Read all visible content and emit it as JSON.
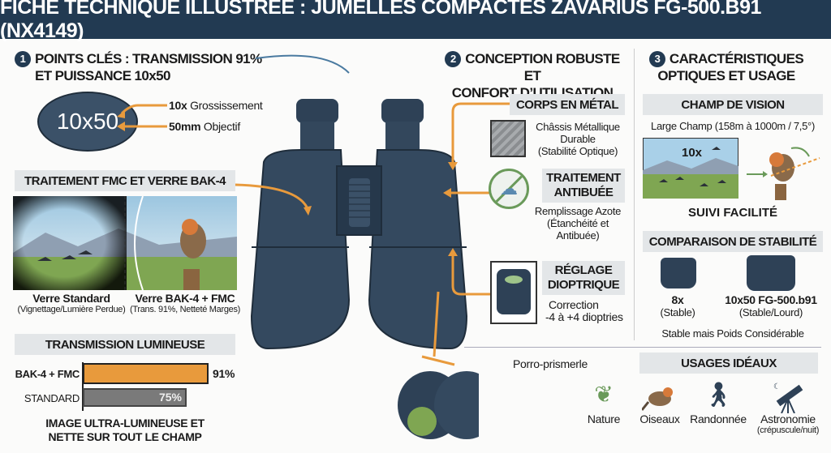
{
  "title": "FICHE TECHNIQUE ILLUSTRÉE : JUMELLES COMPACTES ZAVARIUS FG-500.B91 (NX4149)",
  "s1": {
    "num": "1",
    "line1": "POINTS CLÉS : TRANSMISSION 91%",
    "line2": "ET PUISSANCE 10x50",
    "badge": "10x50",
    "mag_bold": "10x",
    "mag_text": "Grossissement",
    "obj_bold": "50mm",
    "obj_text": "Objectif",
    "fmc_title": "TRAITEMENT FMC ET VERRE BAK-4",
    "std_label": "Verre Standard",
    "std_sub": "(Vignettage/Lumière Perdue)",
    "bak_label": "Verre BAK-4 + FMC",
    "bak_sub": "(Trans. 91%, Netteté Marges)",
    "trans_title": "TRANSMISSION LUMINEUSE",
    "conclusion1": "IMAGE ULTRA-LUMINEUSE ET",
    "conclusion2": "NETTE SUR TOUT LE CHAMP"
  },
  "chart_data": {
    "type": "bar",
    "title": "TRANSMISSION LUMINEUSE",
    "categories": [
      "BAK-4 + FMC",
      "STANDARD"
    ],
    "values": [
      91,
      75
    ],
    "labels": [
      "91%",
      "75%"
    ],
    "colors": [
      "#e89a3c",
      "#7a7a7a"
    ],
    "xlim": [
      0,
      100
    ]
  },
  "s2": {
    "num": "2",
    "line1": "CONCEPTION ROBUSTE ET",
    "line2": "CONFORT D’UTILISATION",
    "metal_title": "CORPS EN MÉTAL",
    "metal_1": "Châssis Métallique",
    "metal_2": "Durable",
    "metal_3": "(Stabilité Optique)",
    "fog_title1": "TRAITEMENT",
    "fog_title2": "ANTIBUÉE",
    "fog_1": "Remplissage Azote",
    "fog_2": "(Étanchéité et",
    "fog_3": "Antibuée)",
    "diop_title1": "RÉGLAGE",
    "diop_title2": "DIOPTRIQUE",
    "diop_1": "Correction",
    "diop_2": "-4 à +4 dioptries",
    "porro": "Porro-prismerle"
  },
  "s3": {
    "num": "3",
    "line1": "CARACTÉRISTIQUES",
    "line2": "OPTIQUES ET USAGE",
    "fov_title": "CHAMP DE VISION",
    "fov_text": "Large Champ (158m à 1000m / 7,5°)",
    "fov_mag": "10x",
    "tracking": "SUIVI FACILITÉ",
    "stab_title": "COMPARAISON DE STABILITÉ",
    "a_name": "8x",
    "a_sub": "(Stable)",
    "b_name": "10x50 FG-500.b91",
    "b_sub": "(Stable/Lourd)",
    "stab_note": "Stable mais Poids Considérable",
    "uses_title": "USAGES IDÉAUX",
    "uses": [
      {
        "label": "Nature",
        "icon": "leaf-icon"
      },
      {
        "label": "Oiseaux",
        "icon": "bird-icon"
      },
      {
        "label": "Randonnée",
        "icon": "hiker-icon"
      },
      {
        "label": "Astronomie",
        "sub": "(crépuscule/nuit)",
        "icon": "telescope-icon"
      }
    ]
  },
  "colors": {
    "navy": "#223a52",
    "orange": "#e89a3c",
    "green": "#6a9a5a",
    "band": "#e3e6e8"
  }
}
